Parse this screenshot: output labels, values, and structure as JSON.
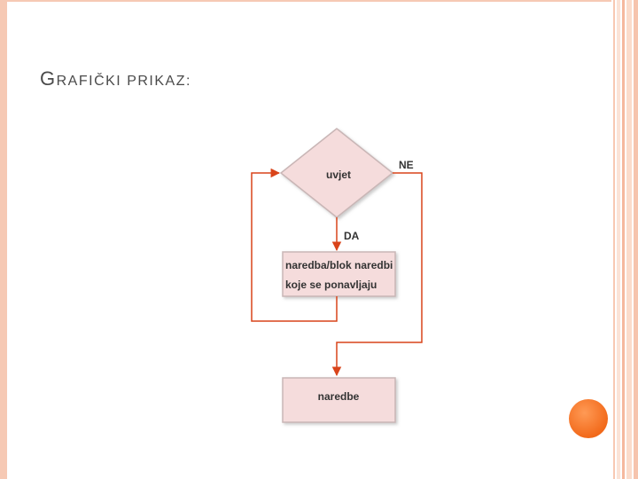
{
  "slide": {
    "title_first": "G",
    "title_rest": "RAFIČKI PRIKAZ:"
  },
  "flowchart": {
    "condition": "uvjet",
    "no_label": "NE",
    "yes_label": "DA",
    "body_line1": "naredba/blok naredbi",
    "body_line2": "koje se ponavljaju",
    "after": "naredbe"
  },
  "colors": {
    "arrow": "#d9441a",
    "box_fill": "#f5dcdc",
    "box_stroke": "#c9b6b6",
    "accent": "#f26a1b"
  }
}
